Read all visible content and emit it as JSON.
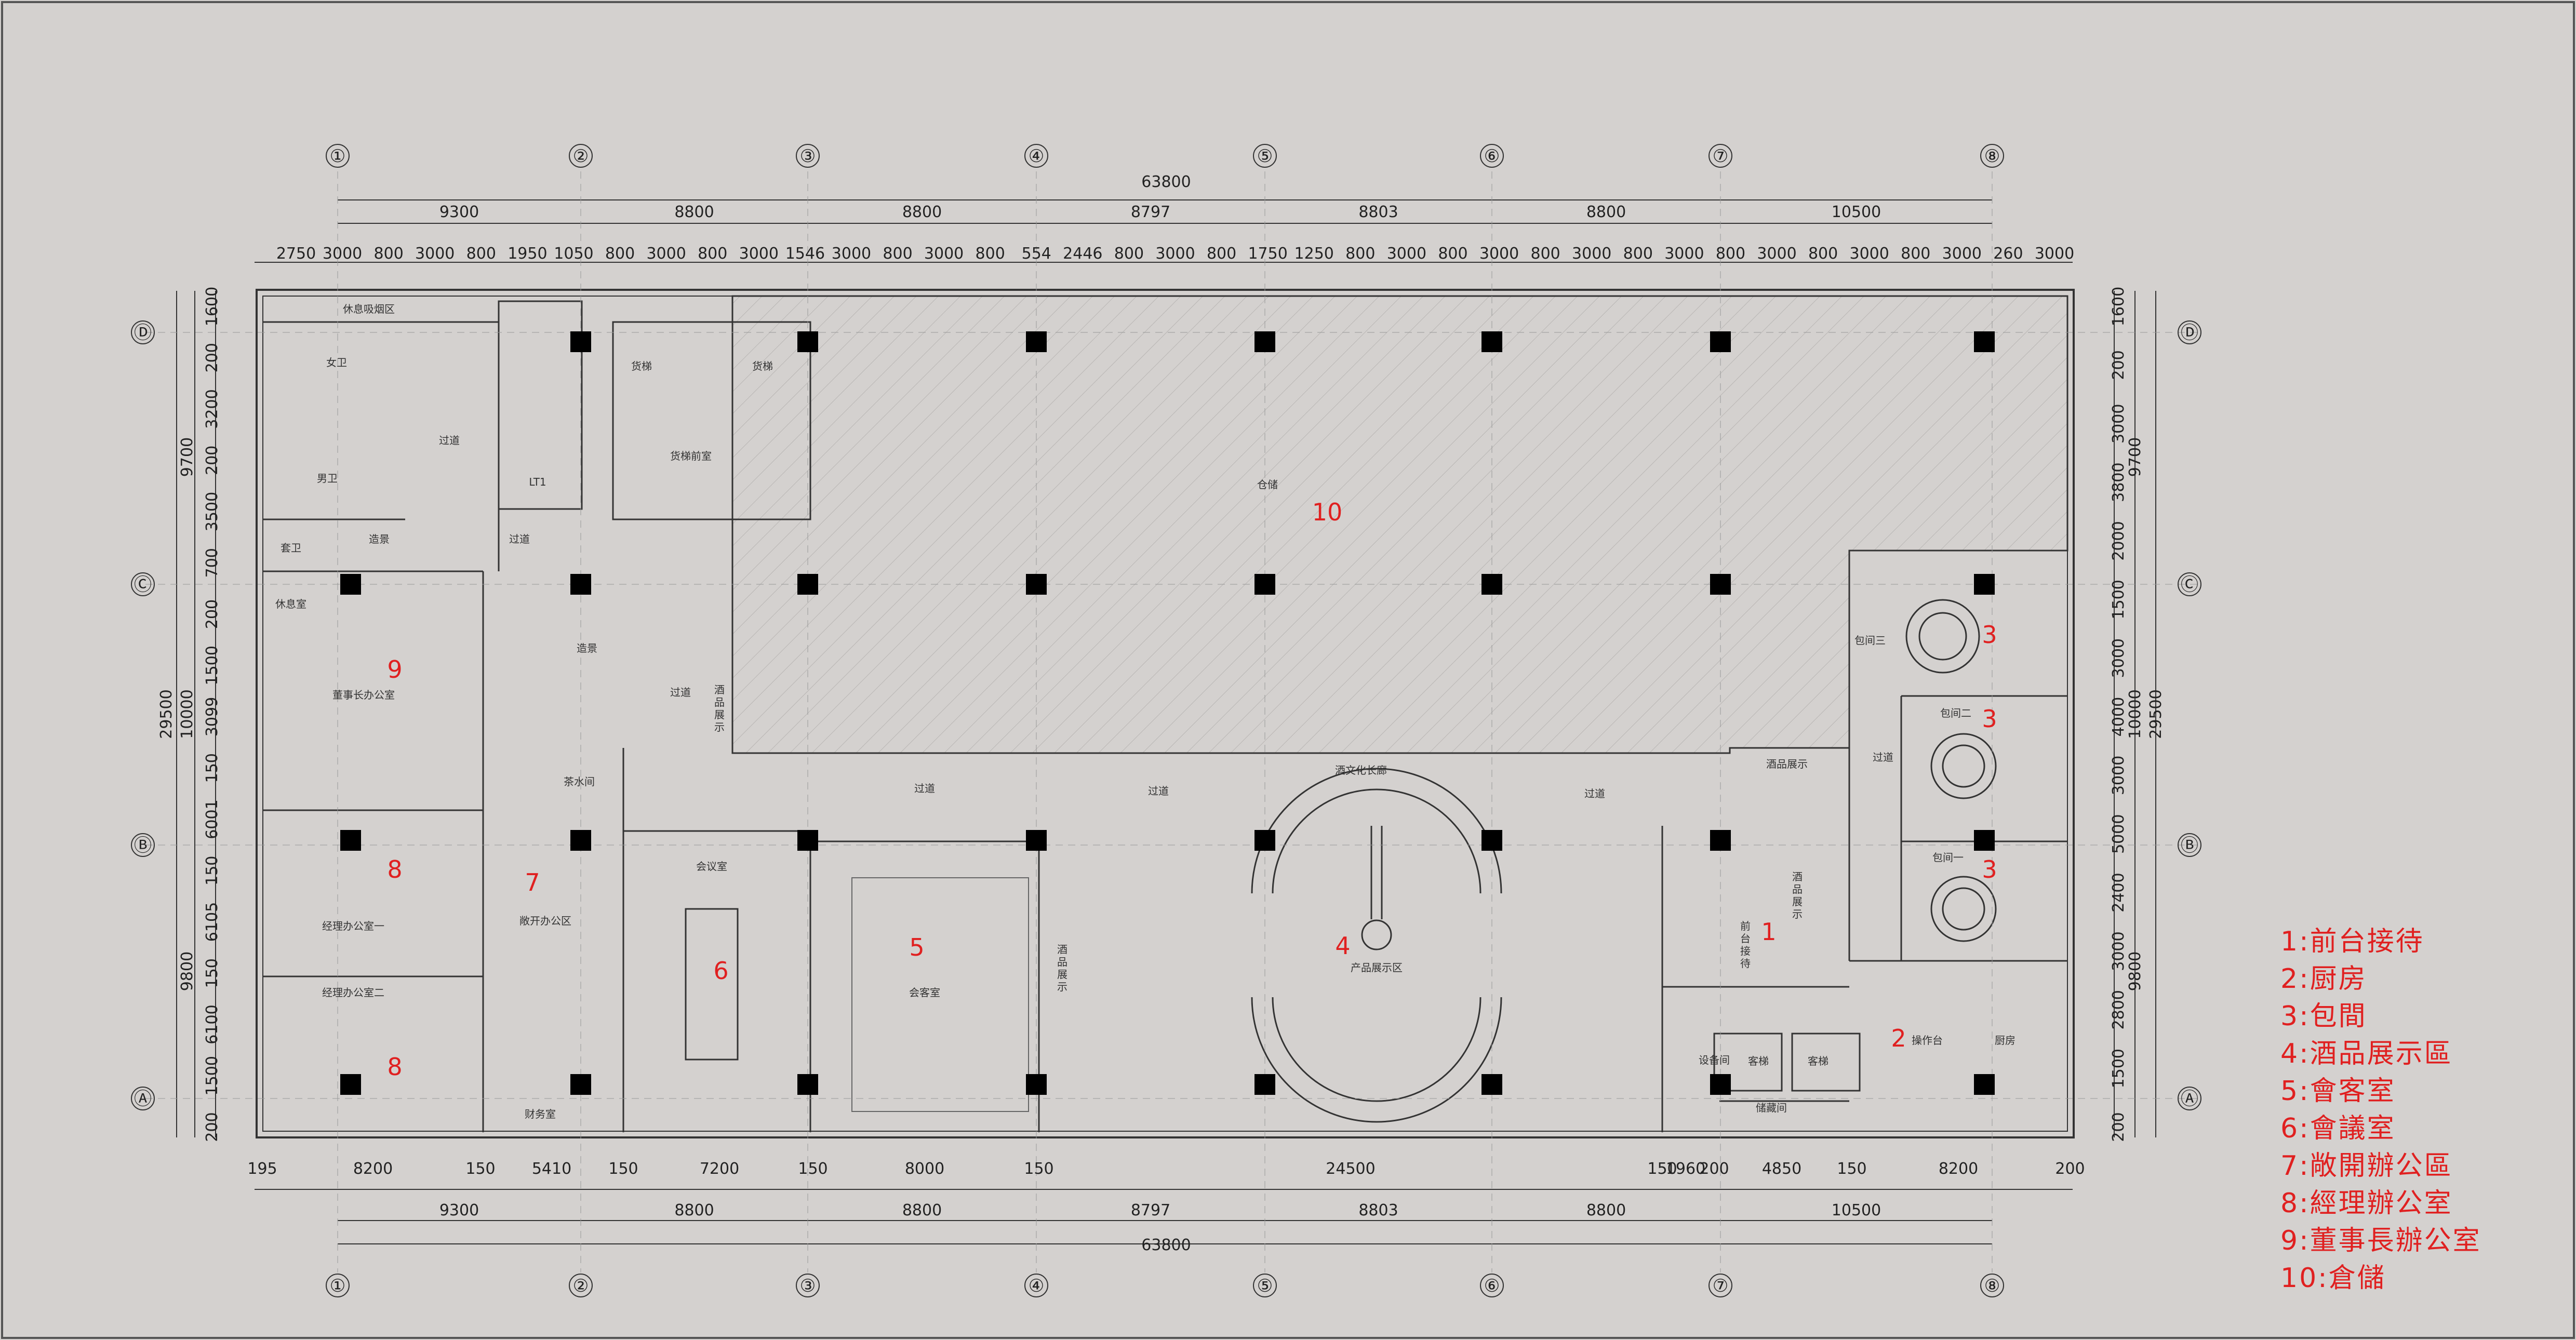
{
  "axes_top": [
    "①",
    "②",
    "③",
    "④",
    "⑤",
    "⑥",
    "⑦",
    "⑧"
  ],
  "axes_bottom": [
    "①",
    "②",
    "③",
    "④",
    "⑤",
    "⑥",
    "⑦",
    "⑧"
  ],
  "axes_side": [
    "Ⓓ",
    "Ⓒ",
    "Ⓑ",
    "Ⓐ"
  ],
  "total_width": "63800",
  "bays": [
    "9300",
    "8800",
    "8800",
    "8797",
    "8803",
    "8800",
    "10500"
  ],
  "top_detail": [
    "2750",
    "3000",
    "800",
    "3000",
    "800",
    "1950",
    "1050",
    "800",
    "3000",
    "800",
    "3000",
    "1546",
    "3000",
    "800",
    "3000",
    "800",
    "554",
    "2446",
    "800",
    "3000",
    "800",
    "1750",
    "1250",
    "800",
    "3000",
    "800",
    "3000",
    "800",
    "3000",
    "800",
    "3000",
    "800",
    "3000",
    "800",
    "3000",
    "800",
    "3000",
    "260",
    "3000"
  ],
  "bottom_detail": [
    "195",
    "8200",
    "150",
    "5410",
    "150",
    "7200",
    "150",
    "8000",
    "150",
    "24500",
    "150",
    "1960",
    "200",
    "4850",
    "150",
    "8200",
    "200"
  ],
  "left_detail": [
    "1600",
    "200",
    "3200",
    "200",
    "3500",
    "700",
    "200",
    "1500",
    "3099",
    "150",
    "6001",
    "150",
    "6105",
    "150",
    "6100",
    "1500",
    "200"
  ],
  "right_detail": [
    "1600",
    "200",
    "3000",
    "3800",
    "2000",
    "1500",
    "3000",
    "4000",
    "3000",
    "5000",
    "2400",
    "3000",
    "2800",
    "1500",
    "200"
  ],
  "side_groups": [
    "9700",
    "10000",
    "9800"
  ],
  "total_height": "29500",
  "rooms": {
    "smoking": "休息吸烟区",
    "female_wc": "女卫",
    "male_wc": "男卫",
    "passage": "过道",
    "lt1": "LT1",
    "freight_lift": "货梯",
    "freight_lobby": "货梯前室",
    "landscape": "造景",
    "accessible_wc": "套卫",
    "rest": "休息室",
    "chairman_office": "董事长办公室",
    "tea": "茶水间",
    "wine_display_v": "酒品展示",
    "meeting": "会议室",
    "manager1": "经理办公室一",
    "manager2": "经理办公室二",
    "open_office": "敞开办公区",
    "finance": "财务室",
    "reception_room": "会客室",
    "wine_culture": "酒文化长廊",
    "product_display": "产品展示区",
    "storage": "仓储",
    "wine_display_h": "酒品展示",
    "private3": "包间三",
    "private2": "包间二",
    "private1": "包间一",
    "front_desk": "前台接待",
    "equipment": "设备间",
    "passenger_lift": "客梯",
    "store": "储藏间",
    "kitchen": "厨房",
    "prep": "操作台"
  },
  "labels": {
    "n1": "1",
    "n2": "2",
    "n3": "3",
    "n4": "4",
    "n5": "5",
    "n6": "6",
    "n7": "7",
    "n8": "8",
    "n9": "9",
    "n10": "10"
  },
  "legend": [
    "1:前台接待",
    "2:厨房",
    "3:包間",
    "4:酒品展示區",
    "5:會客室",
    "6:會議室",
    "7:敞開辦公區",
    "8:經理辦公室",
    "9:董事長辦公室",
    "10:倉儲"
  ],
  "colors": {
    "background": "#d4d1cf",
    "lines": "#333333",
    "labels_red": "#e02020",
    "columns": "#000000"
  }
}
